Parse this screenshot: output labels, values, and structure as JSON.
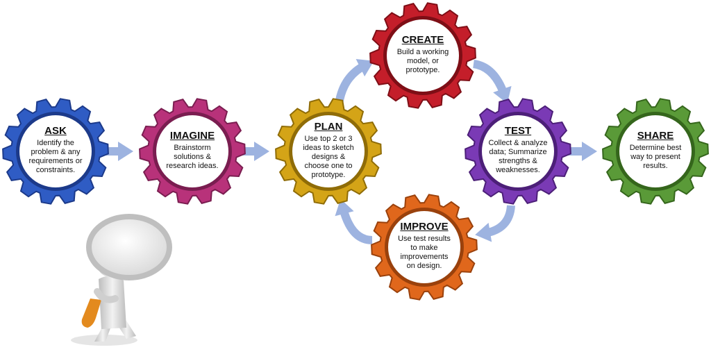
{
  "steps": [
    {
      "key": "ask",
      "title": "ASK",
      "lines": [
        "Identify the",
        "problem & any",
        "requirements or",
        "constraints."
      ],
      "color": "#2f5cc4",
      "dark": "#1c3a8a"
    },
    {
      "key": "imagine",
      "title": "IMAGINE",
      "lines": [
        "Brainstorm",
        "solutions &",
        "research ideas."
      ],
      "color": "#b8327a",
      "dark": "#7a1d50"
    },
    {
      "key": "plan",
      "title": "PLAN",
      "lines": [
        "Use top 2 or 3",
        "ideas to sketch",
        "designs &",
        "choose one to",
        "prototype."
      ],
      "color": "#d4a417",
      "dark": "#8f6c07"
    },
    {
      "key": "create",
      "title": "CREATE",
      "lines": [
        "Build a working",
        "model, or",
        "prototype."
      ],
      "color": "#c41e2a",
      "dark": "#7e0e16"
    },
    {
      "key": "test",
      "title": "TEST",
      "lines": [
        "Collect & analyze",
        "data; Summarize",
        "strengths &",
        "weaknesses."
      ],
      "color": "#7a3ab5",
      "dark": "#4c1f78"
    },
    {
      "key": "improve",
      "title": "IMPROVE",
      "lines": [
        "Use test results",
        "to make",
        "improvements",
        "on design."
      ],
      "color": "#e0671c",
      "dark": "#9a410c"
    },
    {
      "key": "share",
      "title": "SHARE",
      "lines": [
        "Determine best",
        "way to present",
        "results."
      ],
      "color": "#5a9a38",
      "dark": "#35661c"
    }
  ],
  "arrow_color": "#9db3e0",
  "figure": {
    "lens_color": "#e8e8e8",
    "handle_color": "#e38a1e"
  }
}
